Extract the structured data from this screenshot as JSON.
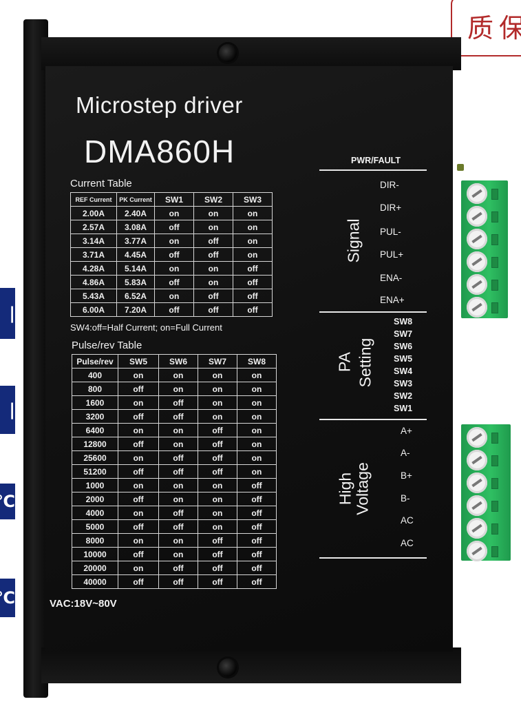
{
  "stamp": {
    "text": "质保"
  },
  "left_badges": [
    "|",
    "|",
    "|",
    "℃",
    "℃"
  ],
  "device": {
    "title": "Microstep driver",
    "model": "DMA860H",
    "current_table": {
      "title": "Current Table",
      "headers": [
        "REF Current",
        "PK Current",
        "SW1",
        "SW2",
        "SW3"
      ],
      "rows": [
        [
          "2.00A",
          "2.40A",
          "on",
          "on",
          "on"
        ],
        [
          "2.57A",
          "3.08A",
          "off",
          "on",
          "on"
        ],
        [
          "3.14A",
          "3.77A",
          "on",
          "off",
          "on"
        ],
        [
          "3.71A",
          "4.45A",
          "off",
          "off",
          "on"
        ],
        [
          "4.28A",
          "5.14A",
          "on",
          "on",
          "off"
        ],
        [
          "4.86A",
          "5.83A",
          "off",
          "on",
          "off"
        ],
        [
          "5.43A",
          "6.52A",
          "on",
          "off",
          "off"
        ],
        [
          "6.00A",
          "7.20A",
          "off",
          "off",
          "off"
        ]
      ]
    },
    "sw4_note": "SW4:off=Half Current; on=Full Current",
    "pulse_table": {
      "title": "Pulse/rev Table",
      "headers": [
        "Pulse/rev",
        "SW5",
        "SW6",
        "SW7",
        "SW8"
      ],
      "rows": [
        [
          "400",
          "on",
          "on",
          "on",
          "on"
        ],
        [
          "800",
          "off",
          "on",
          "on",
          "on"
        ],
        [
          "1600",
          "on",
          "off",
          "on",
          "on"
        ],
        [
          "3200",
          "off",
          "off",
          "on",
          "on"
        ],
        [
          "6400",
          "on",
          "on",
          "off",
          "on"
        ],
        [
          "12800",
          "off",
          "on",
          "off",
          "on"
        ],
        [
          "25600",
          "on",
          "off",
          "off",
          "on"
        ],
        [
          "51200",
          "off",
          "off",
          "off",
          "on"
        ],
        [
          "1000",
          "on",
          "on",
          "on",
          "off"
        ],
        [
          "2000",
          "off",
          "on",
          "on",
          "off"
        ],
        [
          "4000",
          "on",
          "off",
          "on",
          "off"
        ],
        [
          "5000",
          "off",
          "off",
          "on",
          "off"
        ],
        [
          "8000",
          "on",
          "on",
          "off",
          "off"
        ],
        [
          "10000",
          "off",
          "on",
          "off",
          "off"
        ],
        [
          "20000",
          "on",
          "off",
          "off",
          "off"
        ],
        [
          "40000",
          "off",
          "off",
          "off",
          "off"
        ]
      ]
    },
    "vac": "VAC:18V~80V",
    "pwr_fault": "PWR/FAULT",
    "signal": {
      "label": "Signal",
      "pins": [
        "DIR-",
        "DIR+",
        "PUL-",
        "PUL+",
        "ENA-",
        "ENA+"
      ]
    },
    "pa_setting": {
      "label_line1": "PA",
      "label_line2": "Setting",
      "switches": [
        "SW8",
        "SW7",
        "SW6",
        "SW5",
        "SW4",
        "SW3",
        "SW2",
        "SW1"
      ]
    },
    "high_voltage": {
      "label_line1": "High",
      "label_line2": "Voltage",
      "pins": [
        "A+",
        "A-",
        "B+",
        "B-",
        "AC",
        "AC"
      ]
    }
  },
  "colors": {
    "device_body": "#111111",
    "text": "#f2f2f2",
    "terminal_green": "#2fbf62",
    "stamp_red": "#b22a2a",
    "badge_blue": "#142a7a"
  }
}
